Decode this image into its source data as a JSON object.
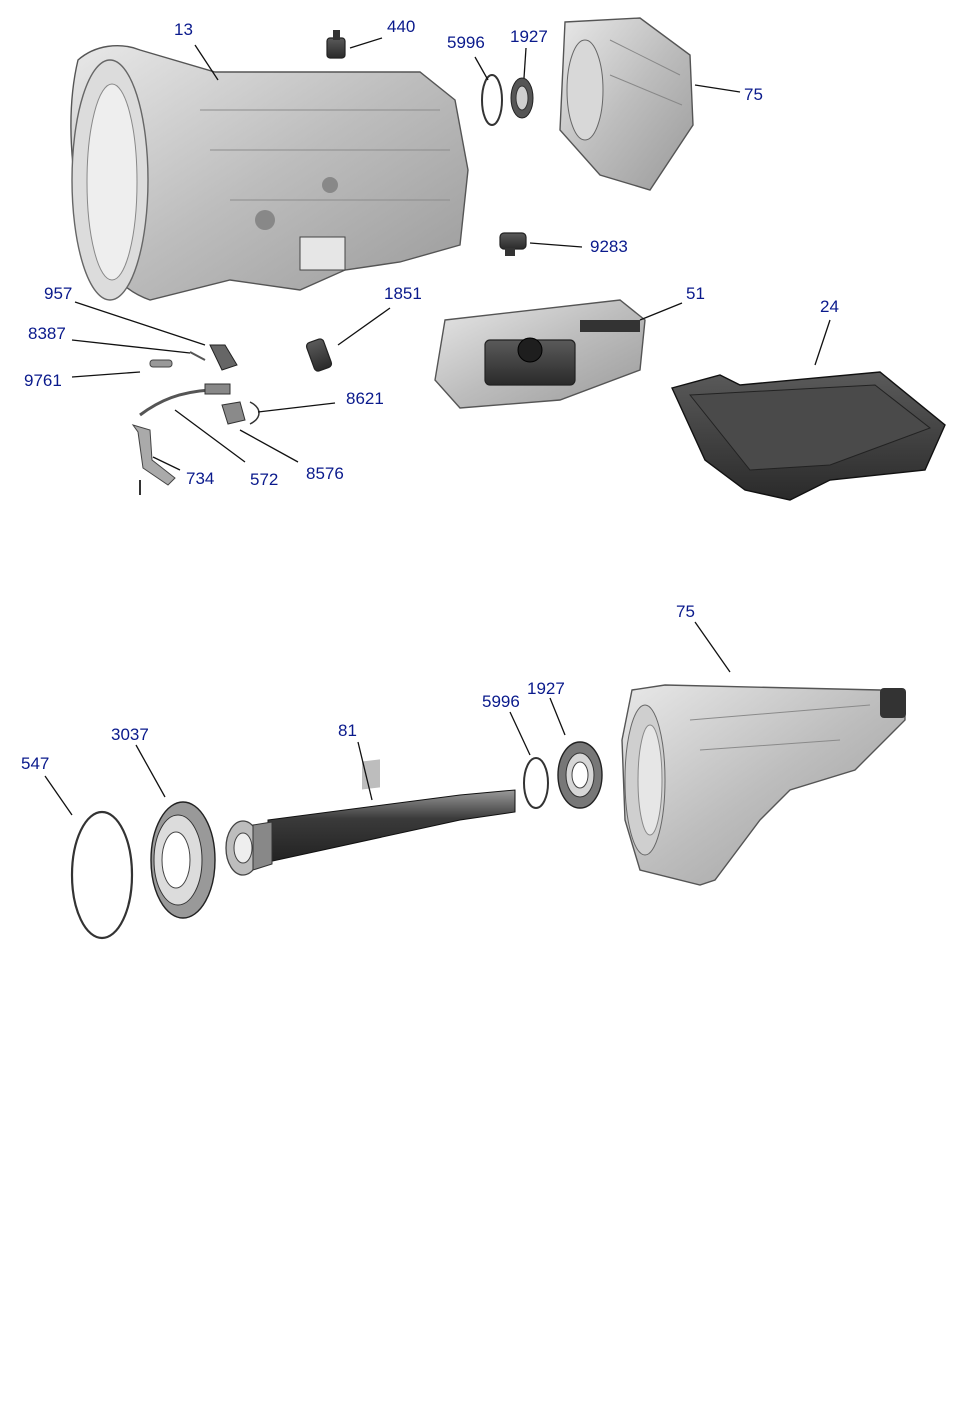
{
  "callouts_top": [
    "13",
    "440",
    "5996",
    "1927",
    "75",
    "9283",
    "957",
    "1851",
    "51",
    "24",
    "8387",
    "9761",
    "8621",
    "734",
    "572",
    "8576"
  ],
  "callouts_bottom": [
    "75",
    "5996",
    "1927",
    "547",
    "3037",
    "81"
  ],
  "colors": {
    "label": "#0a1a8c",
    "leader": "#111111",
    "casting": "#c9c9c9",
    "dark_part": "#3c3c3c"
  }
}
